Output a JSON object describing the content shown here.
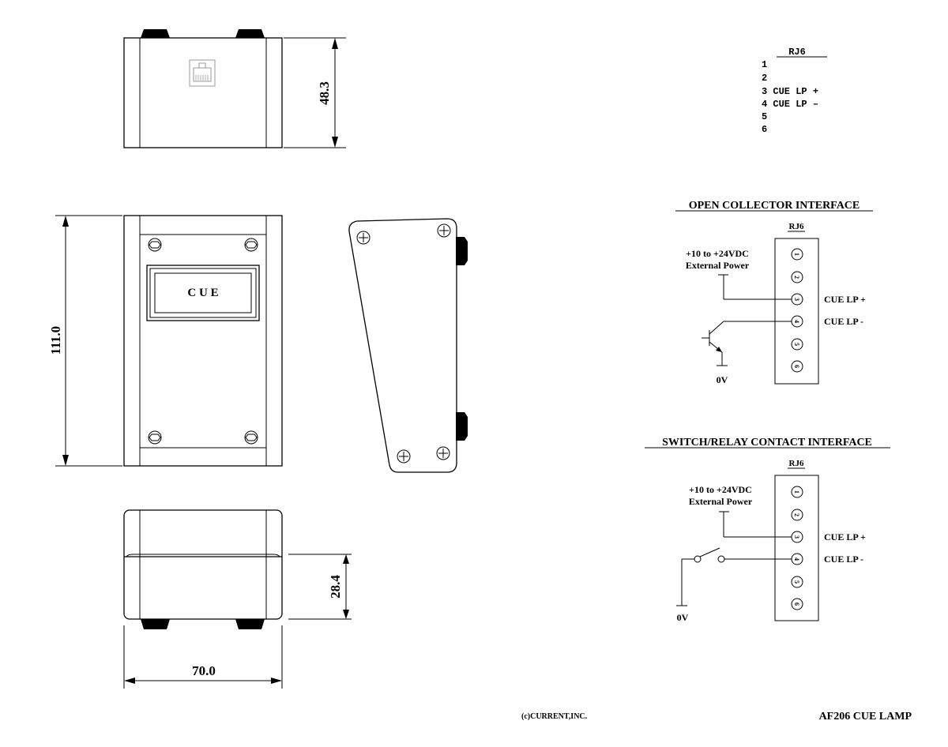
{
  "dimensions": {
    "top_height": "48.3",
    "front_height": "111.0",
    "bottom_height": "28.4",
    "width": "70.0"
  },
  "front_label": "C U E",
  "rj6_table": {
    "title": "RJ6",
    "rows": [
      {
        "pin": "1",
        "signal": ""
      },
      {
        "pin": "2",
        "signal": ""
      },
      {
        "pin": "3",
        "signal": "CUE LP +"
      },
      {
        "pin": "4",
        "signal": "CUE LP –"
      },
      {
        "pin": "5",
        "signal": ""
      },
      {
        "pin": "6",
        "signal": ""
      }
    ]
  },
  "open_collector": {
    "title": "OPEN COLLECTOR INTERFACE",
    "connector_label": "RJ6",
    "power_line1": "+10 to +24VDC",
    "power_line2": "External Power",
    "lp_plus": "CUE LP +",
    "lp_minus": "CUE LP -",
    "ground": "0V",
    "pins": [
      "1",
      "2",
      "3",
      "4",
      "5",
      "6"
    ]
  },
  "switch_relay": {
    "title": "SWITCH/RELAY CONTACT INTERFACE",
    "connector_label": "RJ6",
    "power_line1": "+10 to +24VDC",
    "power_line2": "External Power",
    "lp_plus": "CUE LP +",
    "lp_minus": "CUE LP -",
    "ground": "0V",
    "pins": [
      "1",
      "2",
      "3",
      "4",
      "5",
      "6"
    ]
  },
  "footer": {
    "copyright": "(c)CURRENT,INC.",
    "product": "AF206 CUE LAMP"
  }
}
